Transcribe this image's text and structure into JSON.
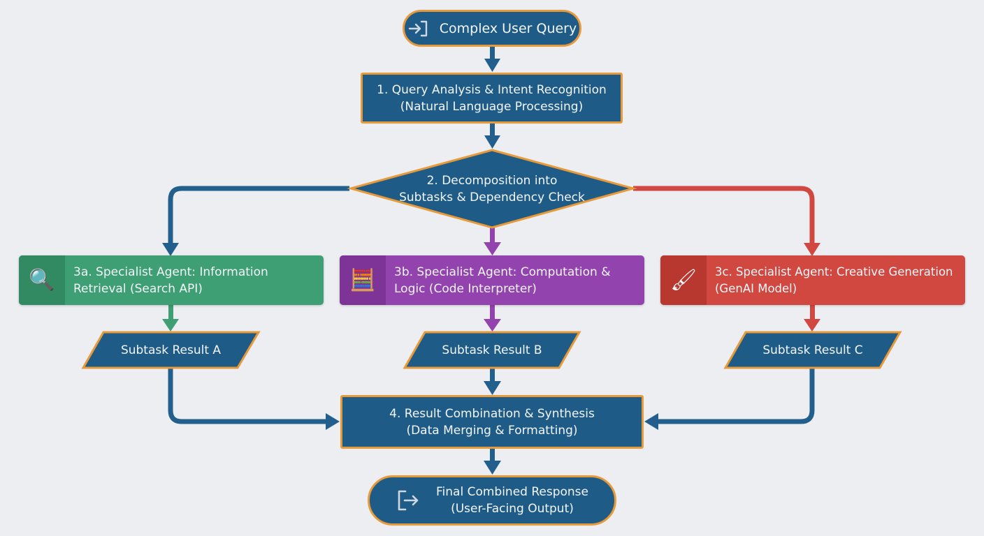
{
  "diagram": {
    "start": {
      "label": "Complex User Query",
      "icon": "enter-icon"
    },
    "step1": {
      "line1": "1. Query Analysis & Intent Recognition",
      "line2": "(Natural Language Processing)"
    },
    "step2": {
      "line1": "2. Decomposition into",
      "line2": "Subtasks & Dependency Check"
    },
    "agents": [
      {
        "line1": "3a. Specialist Agent: Information",
        "line2": "Retrieval (Search API)",
        "icon": "🔍",
        "icon_name": "magnifier-icon",
        "color": "#3d9f73"
      },
      {
        "line1": "3b. Specialist Agent: Computation &",
        "line2": "Logic (Code Interpreter)",
        "icon": "🧮",
        "icon_name": "calculator-icon",
        "color": "#9343ad"
      },
      {
        "line1": "3c. Specialist Agent: Creative Generation",
        "line2": "(GenAI Model)",
        "icon": "🖌",
        "icon_name": "paintbrush-icon",
        "color": "#d14841"
      }
    ],
    "results": [
      {
        "label": "Subtask Result A"
      },
      {
        "label": "Subtask Result B"
      },
      {
        "label": "Subtask Result C"
      }
    ],
    "step4": {
      "line1": "4. Result Combination & Synthesis",
      "line2": "(Data Merging & Formatting)"
    },
    "end": {
      "line1": "Final Combined Response",
      "line2": "(User-Facing Output)",
      "icon": "exit-icon"
    }
  },
  "colors": {
    "node_fill": "#1f5b87",
    "node_border": "#e79a3a",
    "connector_blue": "#235f8c",
    "connector_purple": "#9343ad",
    "connector_red": "#d14841",
    "connector_green": "#3d9f73",
    "background": "#eceef1"
  }
}
